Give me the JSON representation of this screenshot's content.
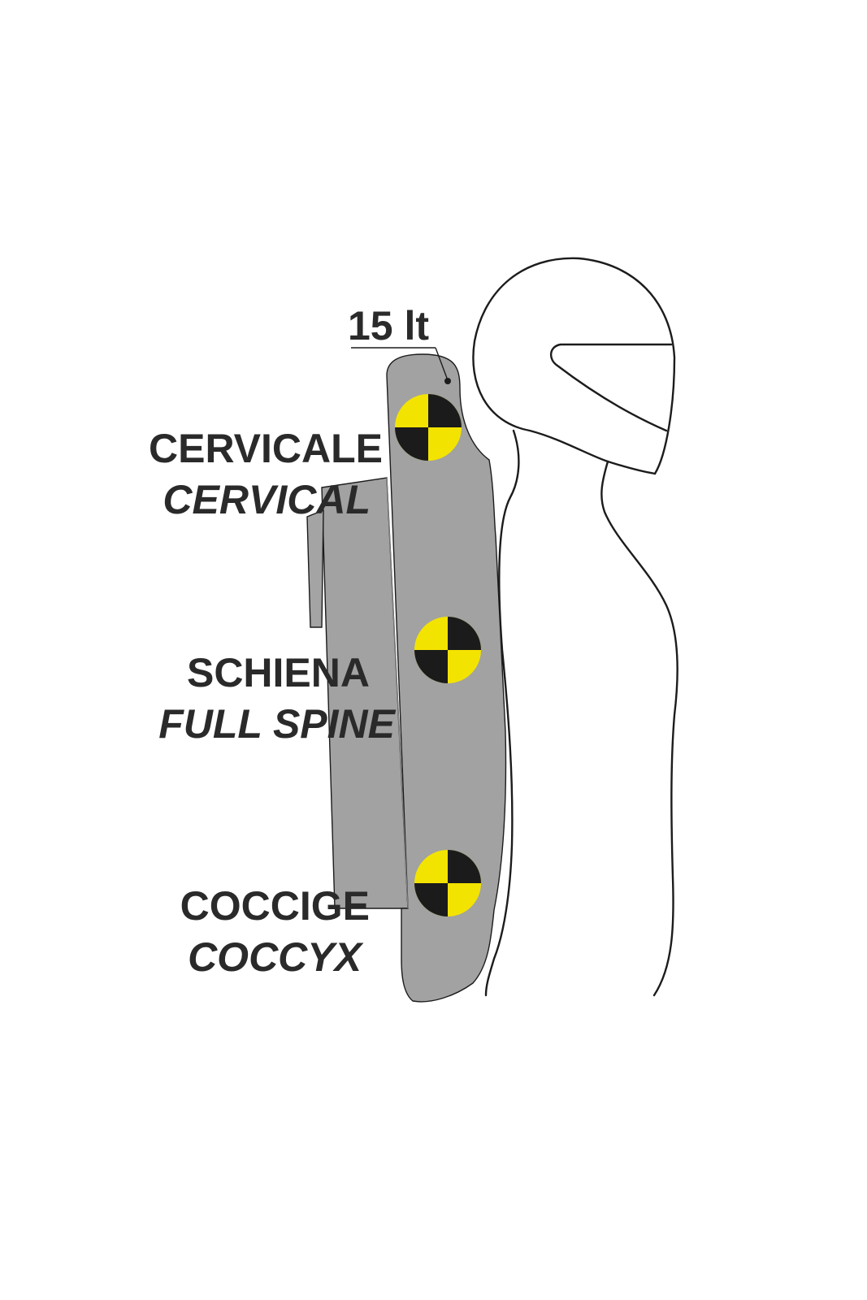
{
  "diagram": {
    "capacity_label": "15 lt",
    "zones": [
      {
        "id": "cervical",
        "label_it": "CERVICALE",
        "label_en": "CERVICAL"
      },
      {
        "id": "spine",
        "label_it": "SCHIENA",
        "label_en": "FULL SPINE"
      },
      {
        "id": "coccyx",
        "label_it": "COCCIGE",
        "label_en": "COCCYX"
      }
    ],
    "colors": {
      "background": "#ffffff",
      "backpack_fill": "#a1a2a1",
      "backpack_shadow": "#949594",
      "outline": "#1c1c1c",
      "marker_yellow": "#f3e300",
      "marker_black": "#1b1b1b",
      "text": "#2a2a2a"
    },
    "icons": [
      "helmet-icon",
      "rider-silhouette-icon",
      "backpack-icon",
      "crash-test-marker-icon"
    ]
  }
}
